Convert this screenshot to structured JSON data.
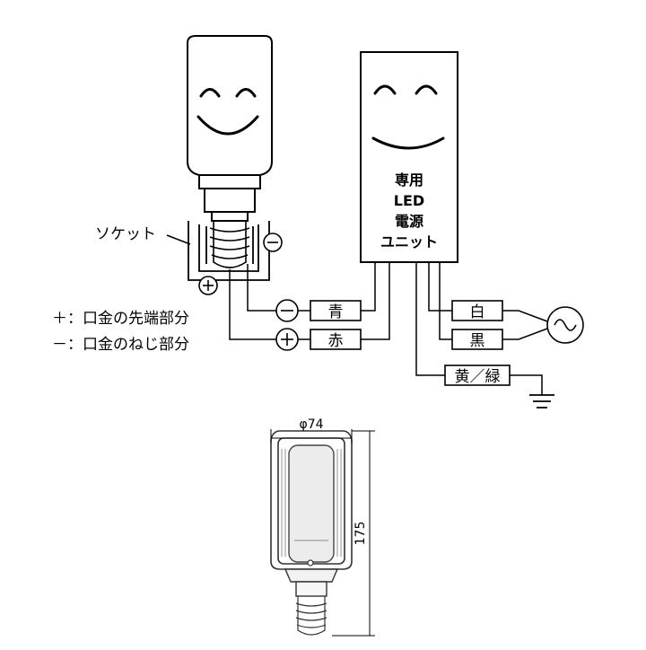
{
  "socket_label": "ソケット",
  "unit_label": [
    "専用",
    "LED",
    "電源",
    "ユニット"
  ],
  "terminals": {
    "minus": "−",
    "plus": "+"
  },
  "wires": {
    "blue": "青",
    "red": "赤",
    "white": "白",
    "black": "黒",
    "yellow_green": "黄／緑"
  },
  "notes": {
    "plus": "＋：口金の先端部分",
    "minus": "－：口金のねじ部分"
  },
  "dimensions": {
    "diameter": "φ74",
    "height": "175"
  }
}
